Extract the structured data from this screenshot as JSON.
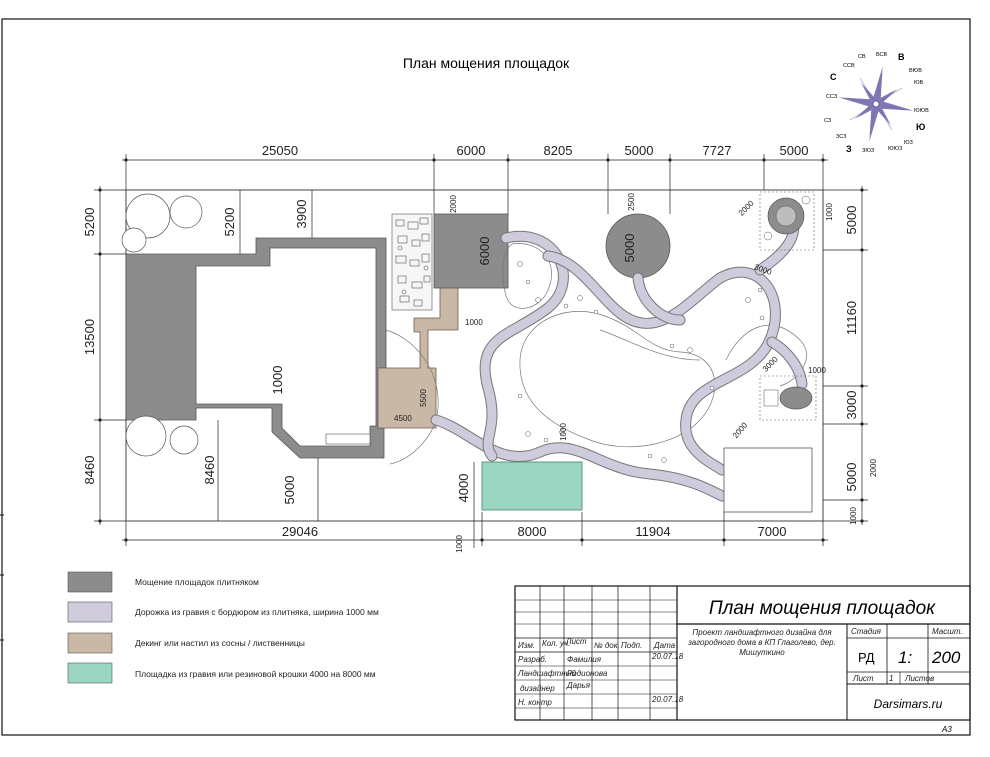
{
  "plan_title": "План мощения площадок",
  "dims": {
    "top": [
      "25050",
      "6000",
      "8205",
      "5000",
      "7727",
      "5000"
    ],
    "bottom": [
      "29046",
      "8000",
      "11904",
      "7000"
    ],
    "left": [
      "5200",
      "13500",
      "8460"
    ],
    "right": [
      "5000",
      "11160",
      "3000",
      "5000",
      "1000"
    ],
    "inner": {
      "d5200": "5200",
      "d3900": "3900",
      "d2000a": "2000",
      "d6000": "6000",
      "d2500": "2500",
      "d5000c": "5000",
      "d1000a": "1000",
      "d1000b": "1000",
      "d5500": "5500",
      "d4500": "4500",
      "d8460": "8460",
      "d5000b": "5000",
      "d1000c": "1000",
      "d4000": "4000",
      "d1000d": "1000",
      "d2000b": "2000",
      "d3000": "3000",
      "d2000c": "2000",
      "d1000e": "1000",
      "d2000d": "2000",
      "d3000b": "3000",
      "d1000f": "1000"
    }
  },
  "compass": {
    "c": "С",
    "v": "В",
    "yu": "Ю",
    "z": "З",
    "sv": "СВ",
    "ssv": "ССВ",
    "vsv": "ВСВ",
    "yuv": "ЮВ",
    "vyuv": "ВЮВ",
    "yuyuv": "ЮЮВ",
    "yuz": "ЮЗ",
    "yuyuz": "ЮЮЗ",
    "zyuz": "ЗЮЗ",
    "sz": "СЗ",
    "zsz": "ЗСЗ",
    "ssz": "ССЗ"
  },
  "legend": [
    {
      "label": "Мощение площадок плитняком",
      "color": "#8c8c8c"
    },
    {
      "label": "Дорожка из гравия с бордюром из плитняка, ширина 1000 мм",
      "color": "#cfcadc"
    },
    {
      "label": "Декинг или настил из сосны / лиственницы",
      "color": "#c9b8a5"
    },
    {
      "label": "Площадка из гравия или резиновой крошки 4000 на 8000 мм",
      "color": "#9bd6c2"
    }
  ],
  "title_block": {
    "title": "План мощения площадок",
    "h_izm": "Изм.",
    "h_kol": "Кол. уч.",
    "h_list": "Лист",
    "h_doc": "№ док.",
    "h_podp": "Подп.",
    "h_date": "Дата",
    "r_razrab": "Разраб.",
    "r_name1": "Фамилия",
    "r_date1": "20.07.18",
    "r_landsh": "Ландшафтный",
    "r_name2": "Родионова",
    "r_name3": "Дарья",
    "r_designer": "дизайнер",
    "r_nkontr": "Н. контр",
    "r_date2": "20.07.18",
    "project": "Проект ландшафтного дизайна для загородного дома в КП Глаголево, дер. Мишуткино",
    "stage_h": "Стадия",
    "scale_h": "Масшт.",
    "stage": "РД",
    "scale_prefix": "1:",
    "scale": "200",
    "sheet_h": "Лист",
    "sheet_no": "1",
    "sheets_h": "Листов",
    "site": "Darsimars.ru",
    "format": "А3"
  }
}
